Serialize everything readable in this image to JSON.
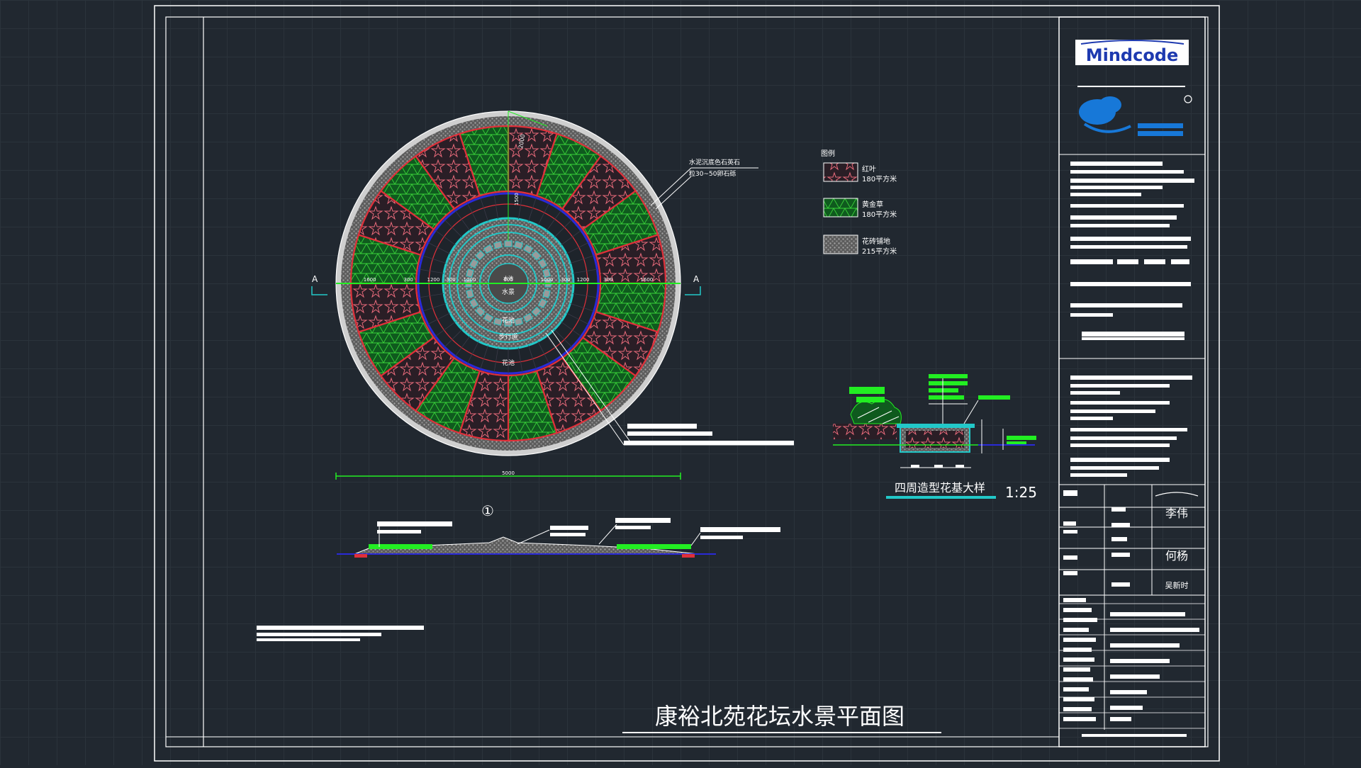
{
  "drawing": {
    "title": "康裕北苑花坛水景平面图",
    "detail_title": "四周造型花基大样",
    "detail_scale": "1:25",
    "index_mark": "①",
    "section_mark_left": "A",
    "section_mark_right": "A",
    "overall_dimension": "5000"
  },
  "logo": {
    "brand": "Mindcode"
  },
  "plan_labels": {
    "center_text": "水景",
    "ring_text_1": "水池",
    "ring_text_2": "花池",
    "ring_text_3": "步行道",
    "edge_note_1": "水泥沉底色石英石",
    "edge_note_2": "粒30~50卵石砾",
    "dim_top_1": "2000",
    "dim_top_2": "1500",
    "dim_row": [
      "1600",
      "300",
      "1200",
      "300",
      "1000",
      "600",
      "1000",
      "300",
      "1200",
      "300",
      "1600"
    ]
  },
  "legend": {
    "heading": "图例",
    "items": [
      {
        "name": "红叶",
        "area": "180平方米",
        "color": "#e04a5a"
      },
      {
        "name": "黄金草",
        "area": "180平方米",
        "color": "#1c7a2a"
      },
      {
        "name": "花砖铺地",
        "area": "215平方米",
        "color": "#8a8a8a"
      }
    ]
  },
  "title_block": {
    "sign_1": "李伟",
    "sign_2": "何杨",
    "sign_3": "吴新时"
  },
  "colors": {
    "frame": "#ffffff",
    "red": "#e0303a",
    "green": "#1c7a2a",
    "bright_green": "#22ee22",
    "cyan": "#22c8c8",
    "blue": "#2a2ad8",
    "gray": "#8a8a8a",
    "logo_blue": "#1778d8"
  }
}
